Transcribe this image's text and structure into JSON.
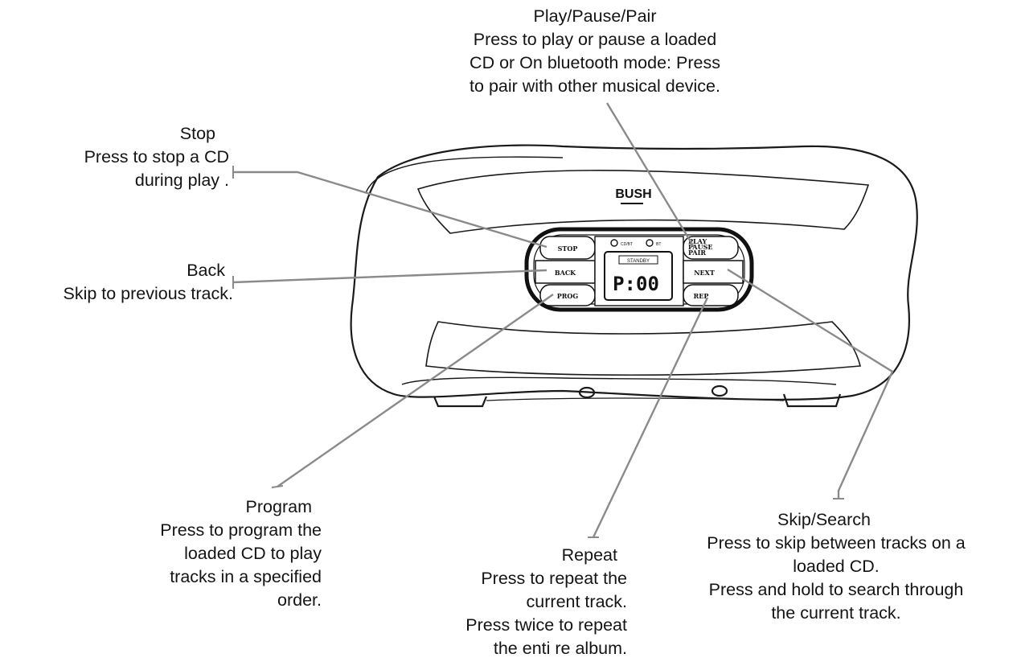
{
  "device": {
    "brand": "BUSH",
    "buttons": {
      "stop": "STOP",
      "back": "BACK",
      "prog": "PROG",
      "play": "PLAY",
      "pause": "PAUSE",
      "pair": "PAIR",
      "next": "NEXT",
      "rep": "REP"
    },
    "indicators": {
      "cd": "CD/BT",
      "bt": "BT"
    },
    "display_text": "P:00",
    "display_top": "STANDBY"
  },
  "callouts": {
    "play_pause_pair": {
      "title": "Play/Pause/Pair",
      "lines": [
        "Press to play or pause a loaded",
        "CD or On bluetooth mode: Press",
        "to pair with other musical device."
      ]
    },
    "stop": {
      "title": "Stop",
      "lines": [
        "Press to stop a CD",
        "during play ."
      ]
    },
    "back": {
      "title": "Back",
      "lines": [
        "Skip to previous track."
      ]
    },
    "program": {
      "title": "Program",
      "lines": [
        "Press to program the",
        "loaded CD to play",
        "tracks in a specified",
        "order."
      ]
    },
    "repeat": {
      "title": "Repeat",
      "lines": [
        "Press to repeat the",
        "current track.",
        "Press twice to repeat",
        "the enti re album."
      ]
    },
    "skip_search": {
      "title": "Skip/Search",
      "lines": [
        "Press to skip between tracks on a",
        "loaded CD.",
        "Press and hold to search through",
        "the current track."
      ]
    }
  }
}
